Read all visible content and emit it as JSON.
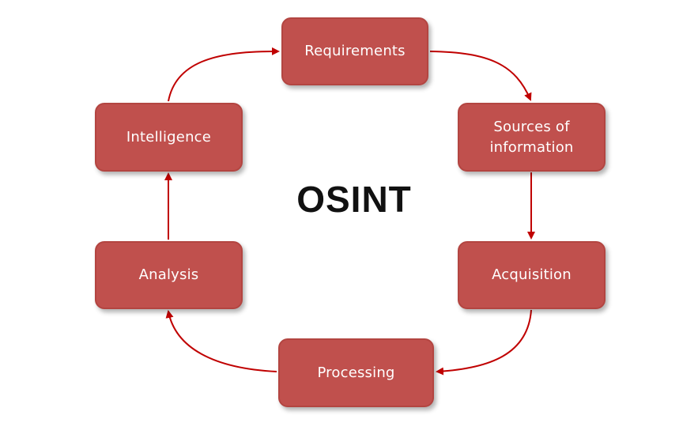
{
  "diagram": {
    "title": "OSINT",
    "accent_color": "#c0504d",
    "arrow_color": "#c00000",
    "nodes": {
      "requirements": "Requirements",
      "sources": "Sources of\ninformation",
      "acquisition": "Acquisition",
      "processing": "Processing",
      "analysis": "Analysis",
      "intelligence": "Intelligence"
    },
    "edges": [
      {
        "from": "Requirements",
        "to": "Sources of information"
      },
      {
        "from": "Sources of information",
        "to": "Acquisition"
      },
      {
        "from": "Acquisition",
        "to": "Processing"
      },
      {
        "from": "Processing",
        "to": "Analysis"
      },
      {
        "from": "Analysis",
        "to": "Intelligence"
      },
      {
        "from": "Intelligence",
        "to": "Requirements"
      }
    ]
  }
}
